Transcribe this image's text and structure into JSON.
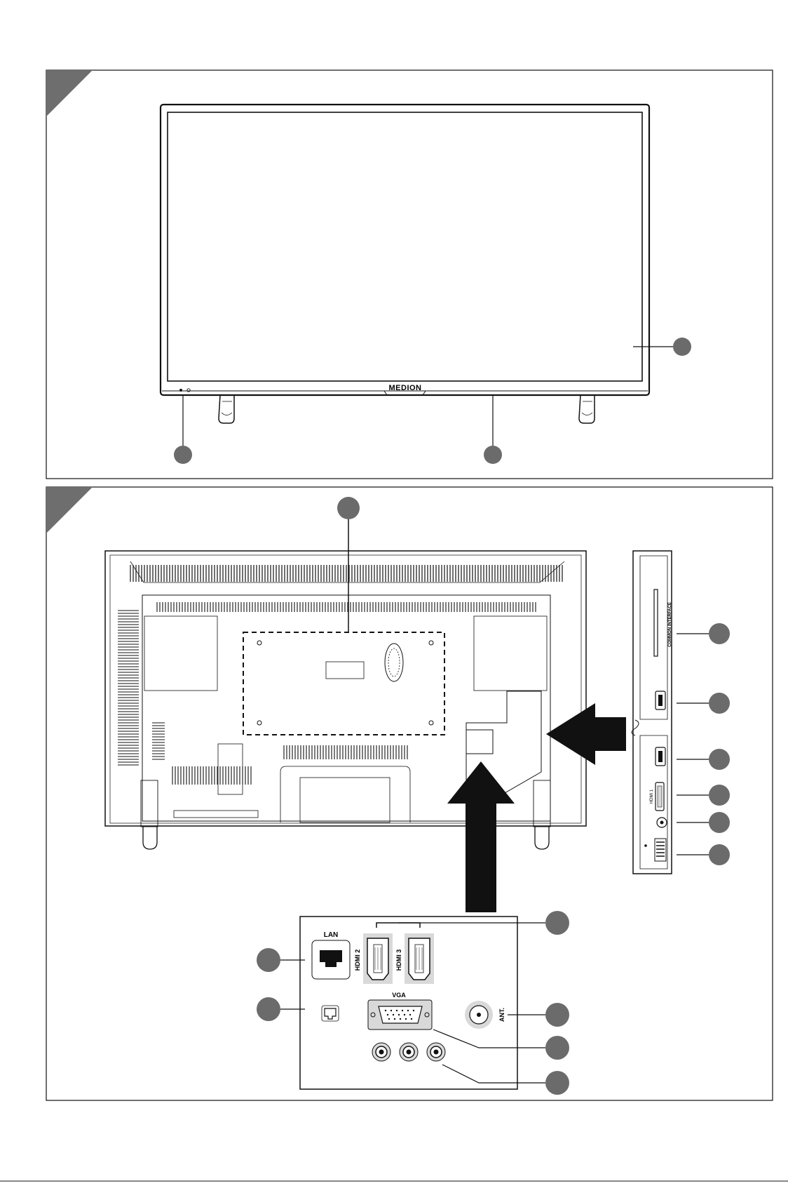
{
  "figure1": {
    "brand_logo": "MEDION",
    "callouts": [
      "",
      "",
      ""
    ]
  },
  "figure2": {
    "side_panel": {
      "ci_slot_label": "COMMON INTERFACE",
      "hdmi1_label": "HDMI 1"
    },
    "bottom_panel": {
      "lan_label": "LAN",
      "hdmi2_label": "HDMI 2",
      "hdmi3_label": "HDMI 3",
      "vga_label": "VGA",
      "ant_label": "ANT."
    },
    "callouts": [
      "",
      "",
      "",
      "",
      "",
      "",
      "",
      "",
      "",
      "",
      "",
      "",
      "",
      ""
    ]
  },
  "colors": {
    "line": "#111111",
    "callout": "#6b6b6b",
    "port_fill": "#d9d9d9"
  }
}
